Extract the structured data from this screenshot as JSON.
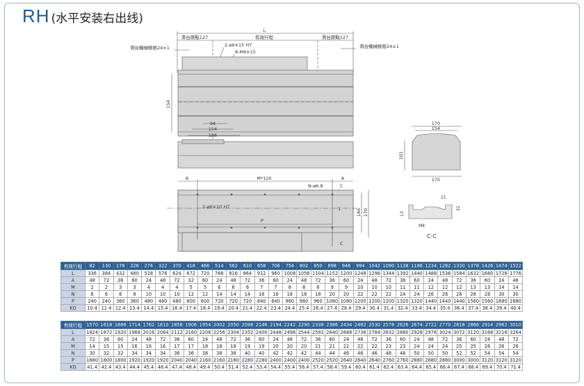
{
  "title": {
    "model": "RH",
    "subtitle": "(水平安装右出线)"
  },
  "top_view": {
    "L": "L",
    "pad_left": "滑台原點127",
    "stroke": "有效行程",
    "pad_right": "滑台原點127",
    "mech_left": "滑台機械極限24±1",
    "mech_right": "滑台機械極限24±1",
    "hole1": "2-ø6∓15  H7",
    "hole2": "8-M6∓15",
    "h154": "154",
    "d94": "94",
    "d154": "154",
    "d186": "186"
  },
  "end_view": {
    "w170_top": "170",
    "w154": "154",
    "h101": "101",
    "w170_bottom": "170"
  },
  "bottom_view": {
    "A_left": "A",
    "M120": "M*120",
    "A_right": "A",
    "holes": "N-ø6.8",
    "C_top": "C",
    "pin": "2-ø6∓10  H7",
    "one": "1",
    "P": "P",
    "h146": "146",
    "h170": "170",
    "C_bottom": "C"
  },
  "section": {
    "d11": "11",
    "d32": "32",
    "d13": "13",
    "M8": "M8",
    "label": "C-C"
  },
  "tables": [
    {
      "header": "有效行程",
      "row_labels": [
        "L",
        "A",
        "M",
        "N",
        "P",
        "KG"
      ],
      "strokes": [
        "82",
        "130",
        "178",
        "226",
        "274",
        "322",
        "370",
        "418",
        "466",
        "514",
        "562",
        "610",
        "658",
        "706",
        "754",
        "802",
        "850",
        "898",
        "946",
        "994",
        "1042",
        "1090",
        "1138",
        "1186",
        "1234",
        "1282",
        "1330",
        "1378",
        "1426",
        "1474",
        "1522"
      ],
      "rows": [
        [
          "336",
          "384",
          "432",
          "480",
          "528",
          "576",
          "624",
          "672",
          "720",
          "768",
          "816",
          "864",
          "912",
          "960",
          "1008",
          "1056",
          "1104",
          "1152",
          "1200",
          "1248",
          "1296",
          "1344",
          "1392",
          "1440",
          "1488",
          "1536",
          "1584",
          "1632",
          "1680",
          "1728",
          "1776"
        ],
        [
          "48",
          "72",
          "36",
          "60",
          "24",
          "48",
          "72",
          "32",
          "60",
          "24",
          "48",
          "72",
          "36",
          "60",
          "24",
          "48",
          "72",
          "36",
          "60",
          "24",
          "48",
          "72",
          "36",
          "60",
          "24",
          "48",
          "72",
          "36",
          "60",
          "24",
          "48"
        ],
        [
          "2",
          "2",
          "3",
          "3",
          "4",
          "4",
          "4",
          "5",
          "5",
          "6",
          "6",
          "6",
          "7",
          "7",
          "8",
          "8",
          "8",
          "9",
          "9",
          "10",
          "10",
          "10",
          "11",
          "11",
          "12",
          "12",
          "12",
          "13",
          "13",
          "14",
          "14"
        ],
        [
          "6",
          "6",
          "8",
          "8",
          "10",
          "10",
          "10",
          "12",
          "12",
          "14",
          "14",
          "14",
          "16",
          "16",
          "18",
          "18",
          "18",
          "20",
          "20",
          "22",
          "22",
          "22",
          "24",
          "24",
          "26",
          "26",
          "26",
          "28",
          "28",
          "30",
          "30"
        ],
        [
          "240",
          "240",
          "360",
          "360",
          "480",
          "480",
          "480",
          "600",
          "600",
          "720",
          "720",
          "720",
          "840",
          "840",
          "960",
          "960",
          "960",
          "1080",
          "1080",
          "1200",
          "1200",
          "1200",
          "1320",
          "1320",
          "1440",
          "1440",
          "1440",
          "1560",
          "1560",
          "1680",
          "1680"
        ],
        [
          "10.4",
          "11.4",
          "12.4",
          "13.4",
          "14.4",
          "15.4",
          "16.4",
          "17.4",
          "18.4",
          "19.4",
          "20.4",
          "21.4",
          "22.4",
          "23.4",
          "24.4",
          "25.4",
          "26.4",
          "27.4",
          "28.4",
          "29.4",
          "30.4",
          "31.4",
          "32.4",
          "33.4",
          "34.4",
          "35.4",
          "36.4",
          "37.4",
          "38.4",
          "39.4",
          "40.4"
        ]
      ]
    },
    {
      "header": "有效行程",
      "row_labels": [
        "L",
        "A",
        "M",
        "N",
        "P",
        "KG"
      ],
      "strokes": [
        "1570",
        "1618",
        "1666",
        "1714",
        "1762",
        "1810",
        "1858",
        "1906",
        "1954",
        "2002",
        "2050",
        "2098",
        "2146",
        "2194",
        "2242",
        "2290",
        "2338",
        "2386",
        "2434",
        "2482",
        "2530",
        "2578",
        "2626",
        "2674",
        "2722",
        "2770",
        "2818",
        "2866",
        "2914",
        "2962",
        "3010"
      ],
      "rows": [
        [
          "1824",
          "1872",
          "1920",
          "1968",
          "2016",
          "2064",
          "2112",
          "2160",
          "2208",
          "2256",
          "2304",
          "2352",
          "2400",
          "2448",
          "2496",
          "2544",
          "2592",
          "2640",
          "2688",
          "2736",
          "2784",
          "2832",
          "2880",
          "2928",
          "2976",
          "3024",
          "3072",
          "3120",
          "3168",
          "3216",
          "3264"
        ],
        [
          "72",
          "36",
          "60",
          "24",
          "48",
          "72",
          "36",
          "60",
          "24",
          "48",
          "72",
          "36",
          "60",
          "24",
          "48",
          "72",
          "36",
          "60",
          "24",
          "48",
          "72",
          "36",
          "60",
          "24",
          "48",
          "72",
          "36",
          "60",
          "24",
          "48",
          "72"
        ],
        [
          "14",
          "15",
          "15",
          "16",
          "16",
          "16",
          "17",
          "17",
          "18",
          "18",
          "18",
          "19",
          "19",
          "20",
          "20",
          "20",
          "21",
          "21",
          "22",
          "22",
          "22",
          "23",
          "23",
          "24",
          "24",
          "24",
          "25",
          "25",
          "26",
          "26",
          "26"
        ],
        [
          "30",
          "32",
          "32",
          "34",
          "34",
          "34",
          "36",
          "36",
          "38",
          "38",
          "38",
          "40",
          "40",
          "42",
          "42",
          "42",
          "44",
          "44",
          "46",
          "46",
          "46",
          "48",
          "48",
          "50",
          "50",
          "50",
          "52",
          "52",
          "54",
          "54",
          "54"
        ],
        [
          "1680",
          "1800",
          "1800",
          "1920",
          "1920",
          "1920",
          "2040",
          "2040",
          "2160",
          "2160",
          "2160",
          "2280",
          "2280",
          "2400",
          "2400",
          "2400",
          "2520",
          "2520",
          "2640",
          "2640",
          "2640",
          "2760",
          "2760",
          "2880",
          "2880",
          "2880",
          "3000",
          "3000",
          "3120",
          "3120",
          "3120"
        ],
        [
          "41.4",
          "42.4",
          "43.4",
          "44.4",
          "45.4",
          "46.4",
          "47.4",
          "48.4",
          "49.4",
          "50.4",
          "51.4",
          "52.4",
          "53.4",
          "54.4",
          "55.4",
          "56.4",
          "57.4",
          "58.4",
          "59.4",
          "60.4",
          "61.4",
          "62.4",
          "63.4",
          "64.4",
          "65.4",
          "66.4",
          "67.4",
          "68.4",
          "69.4",
          "70.4",
          "71.4"
        ]
      ]
    }
  ],
  "colors": {
    "header": "#2f5f8f",
    "row_label": "#c9d5e4",
    "title": "#1f5a94"
  }
}
